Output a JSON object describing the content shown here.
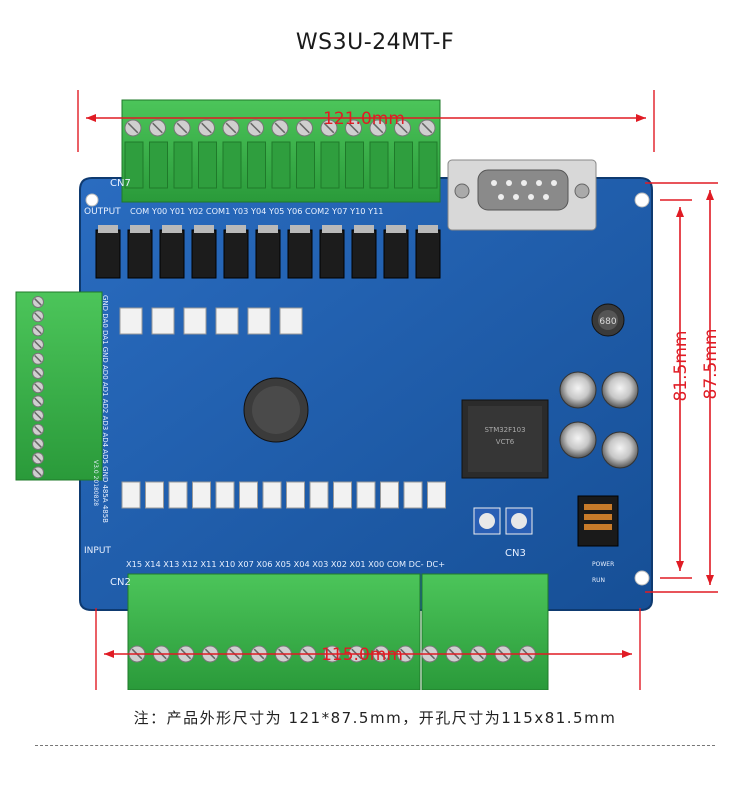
{
  "product": {
    "model": "WS3U-24MT-F"
  },
  "dimensions": {
    "width_outer": "121.0mm",
    "width_holes": "115.0mm",
    "height_outer": "87.5mm",
    "height_holes": "81.5mm"
  },
  "board": {
    "top_connector_label": "CN7",
    "bottom_connector_label": "CN2",
    "right_connector_label": "CN3",
    "output_label": "OUTPUT",
    "input_label": "INPUT",
    "output_pins": "COM Y00 Y01 Y02 COM1 Y03 Y04 Y05 Y06 COM2 Y07 Y10 Y11",
    "input_pins": "X15 X14 X13 X12 X11 X10 X07 X06 X05 X04 X03 X02 X01 X00 COM DC- DC+",
    "side_pins": "GND DA0 DA1 GND AD0 AD1 AD2 AD3 AD4 AD5 GND 485A 485B",
    "side_version": "V3.0 20180828",
    "power_label": "POWER",
    "run_label": "RUN",
    "inductor_marking": "680",
    "colors": {
      "pcb": "#1f5fae",
      "terminal": "#3bb54a",
      "screw": "#c9c9c9",
      "dimension_line": "#e01b24"
    }
  },
  "note": "注：产品外形尺寸为 121*87.5mm，开孔尺寸为115x81.5mm"
}
